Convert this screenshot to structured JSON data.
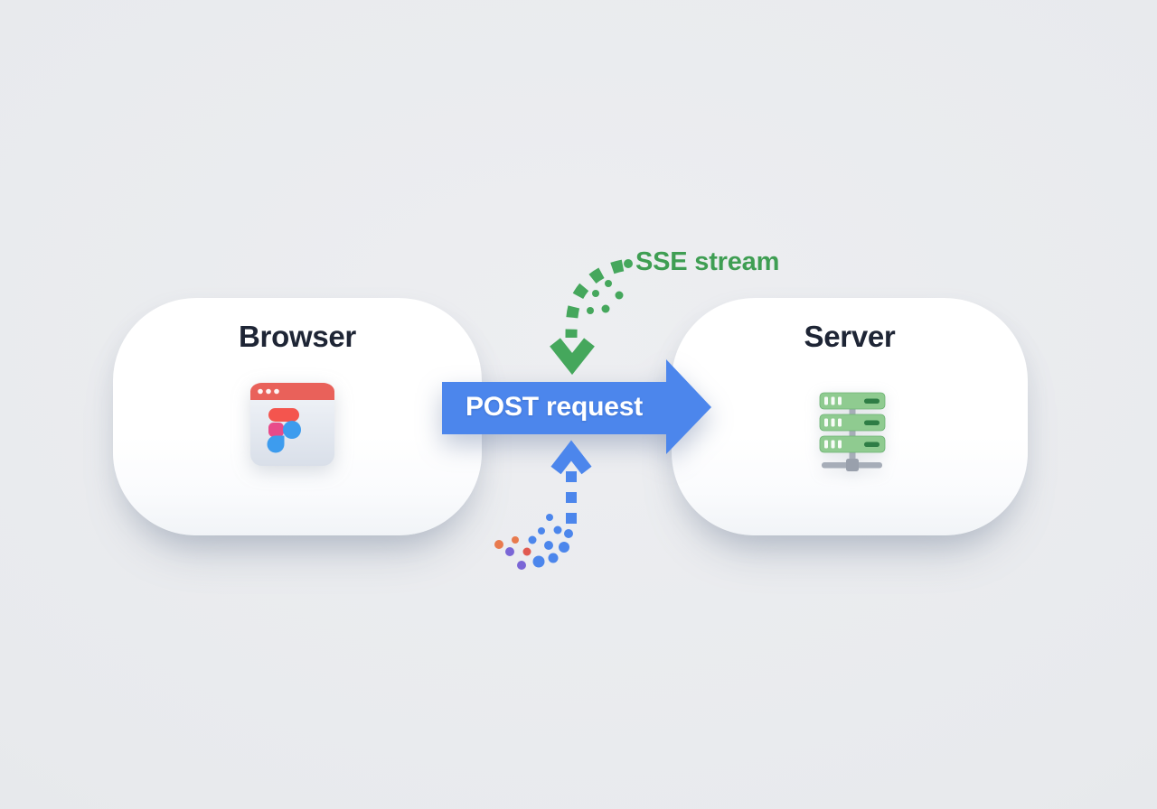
{
  "nodes": {
    "browser": {
      "label": "Browser",
      "icon": "browser-window-figma-icon"
    },
    "server": {
      "label": "Server",
      "icon": "server-rack-icon"
    }
  },
  "arrows": {
    "post": {
      "label": "POST request",
      "from": "browser",
      "to": "server",
      "style": "solid-right-arrow"
    },
    "sse": {
      "label": "SSE stream",
      "from": "server-side",
      "to": "post-flow",
      "style": "dashed-curved-down-arrow"
    },
    "request_stream": {
      "from": "below",
      "to": "post-flow",
      "style": "dashed-dotted-up-arrow"
    }
  },
  "colors": {
    "background": "#e8eaed",
    "card": "#ffffff",
    "title_text": "#1e2535",
    "arrow_blue": "#4c86ec",
    "arrow_green": "#45a75c",
    "sse_text_green": "#3f9e53",
    "post_text": "#ffffff",
    "dot_orange": "#e87a4e",
    "dot_red": "#e15a50",
    "dot_purple": "#7a66d6",
    "browser_icon": {
      "frame_top": "#f2f5f9",
      "frame_bottom": "#d9dfe9",
      "header": "#e9615a",
      "dots": "#ffffff",
      "logo_red": "#f4554e",
      "logo_pink": "#e84b8a",
      "logo_blue": "#3d9cee"
    },
    "server_icon": {
      "rack": "#8fcb90",
      "slot": "#ffffff",
      "led": "#2e7d45",
      "stand": "#a6adb8",
      "knob": "#99a0ac"
    }
  }
}
